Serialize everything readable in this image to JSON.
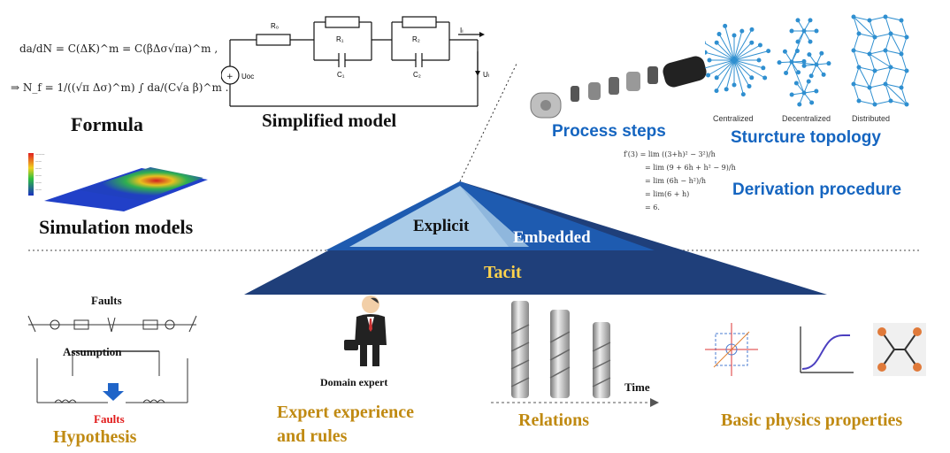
{
  "labels": {
    "formula": "Formula",
    "simplified_model": "Simplified model",
    "simulation_models": "Simulation models",
    "process_steps": "Process steps",
    "structure_topology": "Sturcture topology",
    "derivation_procedure": "Derivation procedure",
    "explicit": "Explicit",
    "embedded": "Embedded",
    "tacit": "Tacit",
    "faults_top": "Faults",
    "assumption": "Assumption",
    "faults_bottom": "Faults",
    "hypothesis": "Hypothesis",
    "domain_expert": "Domain expert",
    "expert_experience": "Expert experience",
    "and_rules": "and  rules",
    "relations": "Relations",
    "time": "Time",
    "basic_physics": "Basic physics  properties"
  },
  "formula": {
    "line1": "da/dN = C(ΔK)^m = C(βΔσ√πa)^m ,",
    "line2": "⇒ N_f = 1/((√π Δσ)^m) ∫ da/(C√a β)^m ."
  },
  "circuit": {
    "r0": "R₀",
    "r1": "R₁",
    "r2": "R₂",
    "c1": "C₁",
    "c2": "C₂",
    "uoc": "Uoc",
    "il": "Iₗ",
    "ul": "Uₗ"
  },
  "topology": {
    "centralized": "Centralized",
    "decentralized": "Decentralized",
    "distributed": "Distributed"
  },
  "derivation": [
    "f′(3) = lim ((3+h)² − 3²)/h",
    "= lim (9 + 6h + h² − 9)/h",
    "= lim (6h − h²)/h",
    "= lim(6 + h)",
    "= 6."
  ],
  "colors": {
    "tacit": "#1f3f7a",
    "embedded": "#1e5bb0",
    "explicit": "#a9cbe8",
    "blue_label": "#1565c0",
    "gold_label": "#c08a12",
    "red_fault": "#e11b1b"
  }
}
